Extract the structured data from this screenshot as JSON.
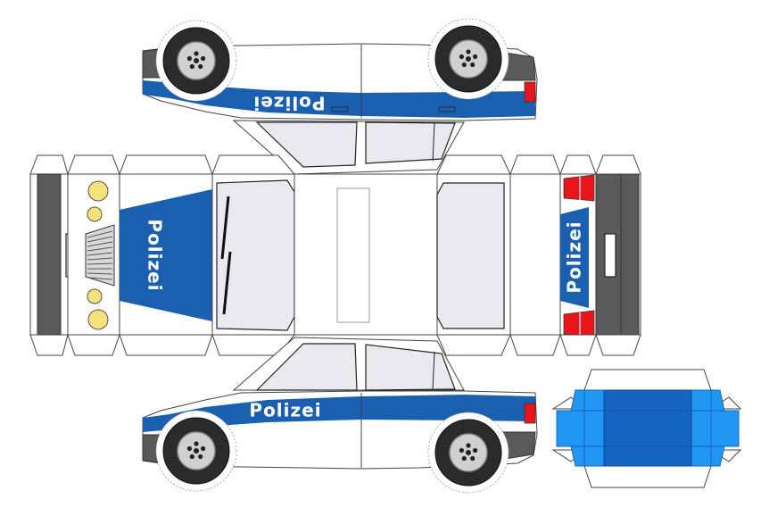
{
  "sheet": {
    "labels": {
      "top_side": "Polizei",
      "hood": "Polizei",
      "rear": "Polizei",
      "bottom_side": "Polizei"
    },
    "colors": {
      "police_blue": "#1a5fb0",
      "light_blue": "#2196f3",
      "box_blue": "#1565c0",
      "headlight_yellow": "#f7e27a",
      "tail_red": "#e8151b",
      "bumper_gray": "#555555",
      "window_gray": "#e9e9ef",
      "outline": "#333333"
    },
    "icons": [
      "wheel-icon",
      "wiper-icon",
      "grille-icon",
      "headlight-icon",
      "taillight-icon",
      "license-plate-icon"
    ]
  }
}
